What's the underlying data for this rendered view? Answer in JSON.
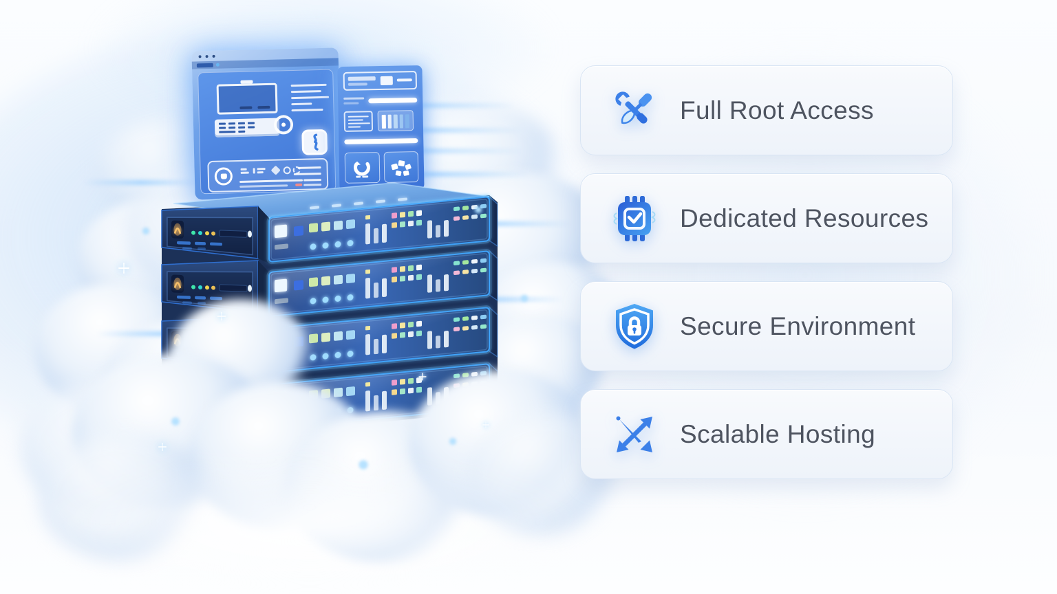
{
  "page": {
    "background": "#f8fbfe",
    "accent_blue": "#3c80e8",
    "text_color": "#4e5460",
    "card_bg": "#f2f6fc",
    "card_border": "#d9e5f4"
  },
  "features": {
    "items": [
      {
        "label": "Full Root Access",
        "icon": "tools-icon"
      },
      {
        "label": "Dedicated Resources",
        "icon": "chip-icon"
      },
      {
        "label": "Secure Environment",
        "icon": "shield-lock-icon"
      },
      {
        "label": "Scalable Hosting",
        "icon": "scale-arrows-icon"
      }
    ]
  },
  "illustration": {
    "parts": [
      "dashboard-window-illustration",
      "side-panel-window-illustration",
      "server-stack-illustration",
      "clouds"
    ],
    "server_units": 4,
    "glow_color": "#3fa2f8"
  }
}
